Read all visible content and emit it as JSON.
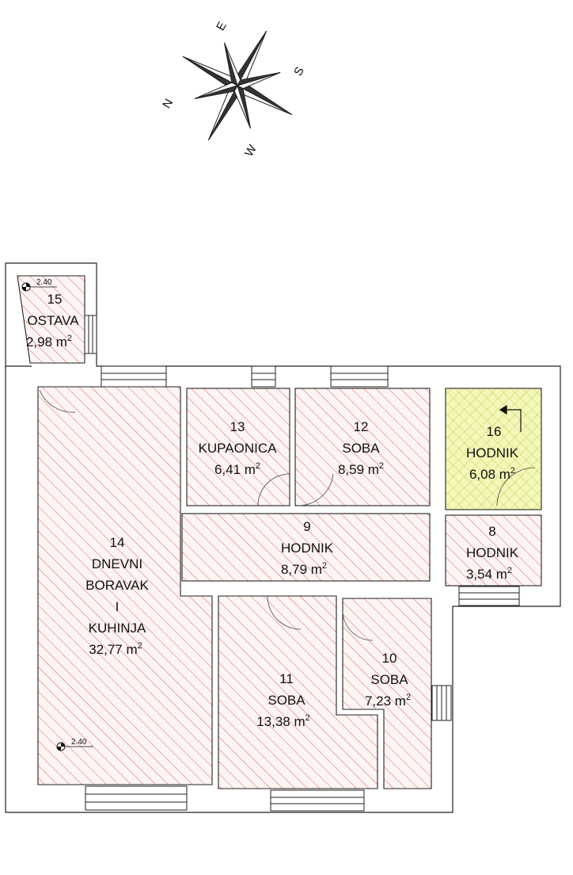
{
  "compass": {
    "north": "N",
    "east": "E",
    "south": "S",
    "west": "W"
  },
  "colors": {
    "hatch_red": "#d9534f",
    "room_fill": "#fdf4f4",
    "highlight_fill": "#f4f7b8",
    "highlight_hatch": "#b8c94a",
    "wall": "#ffffff",
    "line": "#222222"
  },
  "rooms": [
    {
      "id": "room-15",
      "number": "15",
      "name_lines": [
        "OSTAVA"
      ],
      "area": "2,98 m",
      "sup": "2",
      "highlight": false
    },
    {
      "id": "room-13",
      "number": "13",
      "name_lines": [
        "KUPAONICA"
      ],
      "area": "6,41 m",
      "sup": "2",
      "highlight": false
    },
    {
      "id": "room-12",
      "number": "12",
      "name_lines": [
        "SOBA"
      ],
      "area": "8,59 m",
      "sup": "2",
      "highlight": false
    },
    {
      "id": "room-16",
      "number": "16",
      "name_lines": [
        "HODNIK"
      ],
      "area": "6,08 m",
      "sup": "2",
      "highlight": true
    },
    {
      "id": "room-9",
      "number": "9",
      "name_lines": [
        "HODNIK"
      ],
      "area": "8,79 m",
      "sup": "2",
      "highlight": false
    },
    {
      "id": "room-8",
      "number": "8",
      "name_lines": [
        "HODNIK"
      ],
      "area": "3,54 m",
      "sup": "2",
      "highlight": false
    },
    {
      "id": "room-14",
      "number": "14",
      "name_lines": [
        "DNEVNI",
        "BORAVAK",
        "I",
        "KUHINJA"
      ],
      "area": "32,77 m",
      "sup": "2",
      "highlight": false
    },
    {
      "id": "room-11",
      "number": "11",
      "name_lines": [
        "SOBA"
      ],
      "area": "13,38 m",
      "sup": "2",
      "highlight": false
    },
    {
      "id": "room-10",
      "number": "10",
      "name_lines": [
        "SOBA"
      ],
      "area": "7,23 m",
      "sup": "2",
      "highlight": false
    }
  ],
  "level_marks": [
    {
      "id": "level-mark-storage",
      "value": "2.40"
    },
    {
      "id": "level-mark-living",
      "value": "2.40"
    }
  ]
}
